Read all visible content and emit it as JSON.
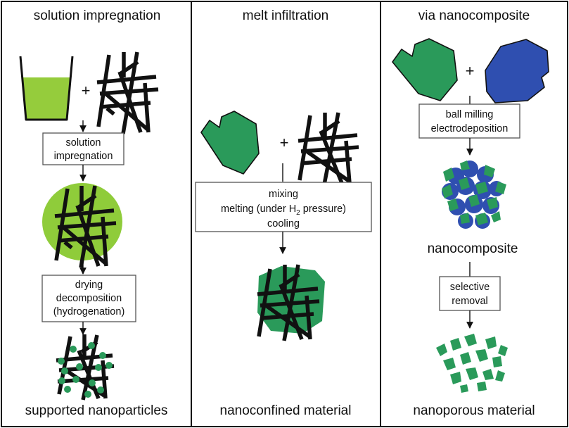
{
  "colors": {
    "liquid": "#95cc3c",
    "impregnation_disc": "#8fcc3a",
    "hydride_green": "#2a9a5a",
    "composite_blue": "#2f4fb0",
    "fiber": "#111111",
    "frame": "#111111"
  },
  "panels": [
    {
      "title": "solution impregnation",
      "steps": [
        [
          "solution",
          "impregnation"
        ],
        [
          "drying",
          "decomposition",
          "(hydrogenation)"
        ]
      ],
      "plus": "+",
      "caption": "supported nanoparticles"
    },
    {
      "title": "melt infiltration",
      "plus": "+",
      "step": {
        "line1": "mixing",
        "line2_prefix": "melting (under H",
        "line2_sub": "2",
        "line2_suffix": " pressure)",
        "line3": "cooling"
      },
      "caption": "nanoconfined material"
    },
    {
      "title": "via nanocomposite",
      "plus": "+",
      "steps": [
        [
          "ball milling",
          "electrodeposition"
        ],
        [
          "selective",
          "removal"
        ]
      ],
      "intermediate": "nanocomposite",
      "caption": "nanoporous material"
    }
  ]
}
